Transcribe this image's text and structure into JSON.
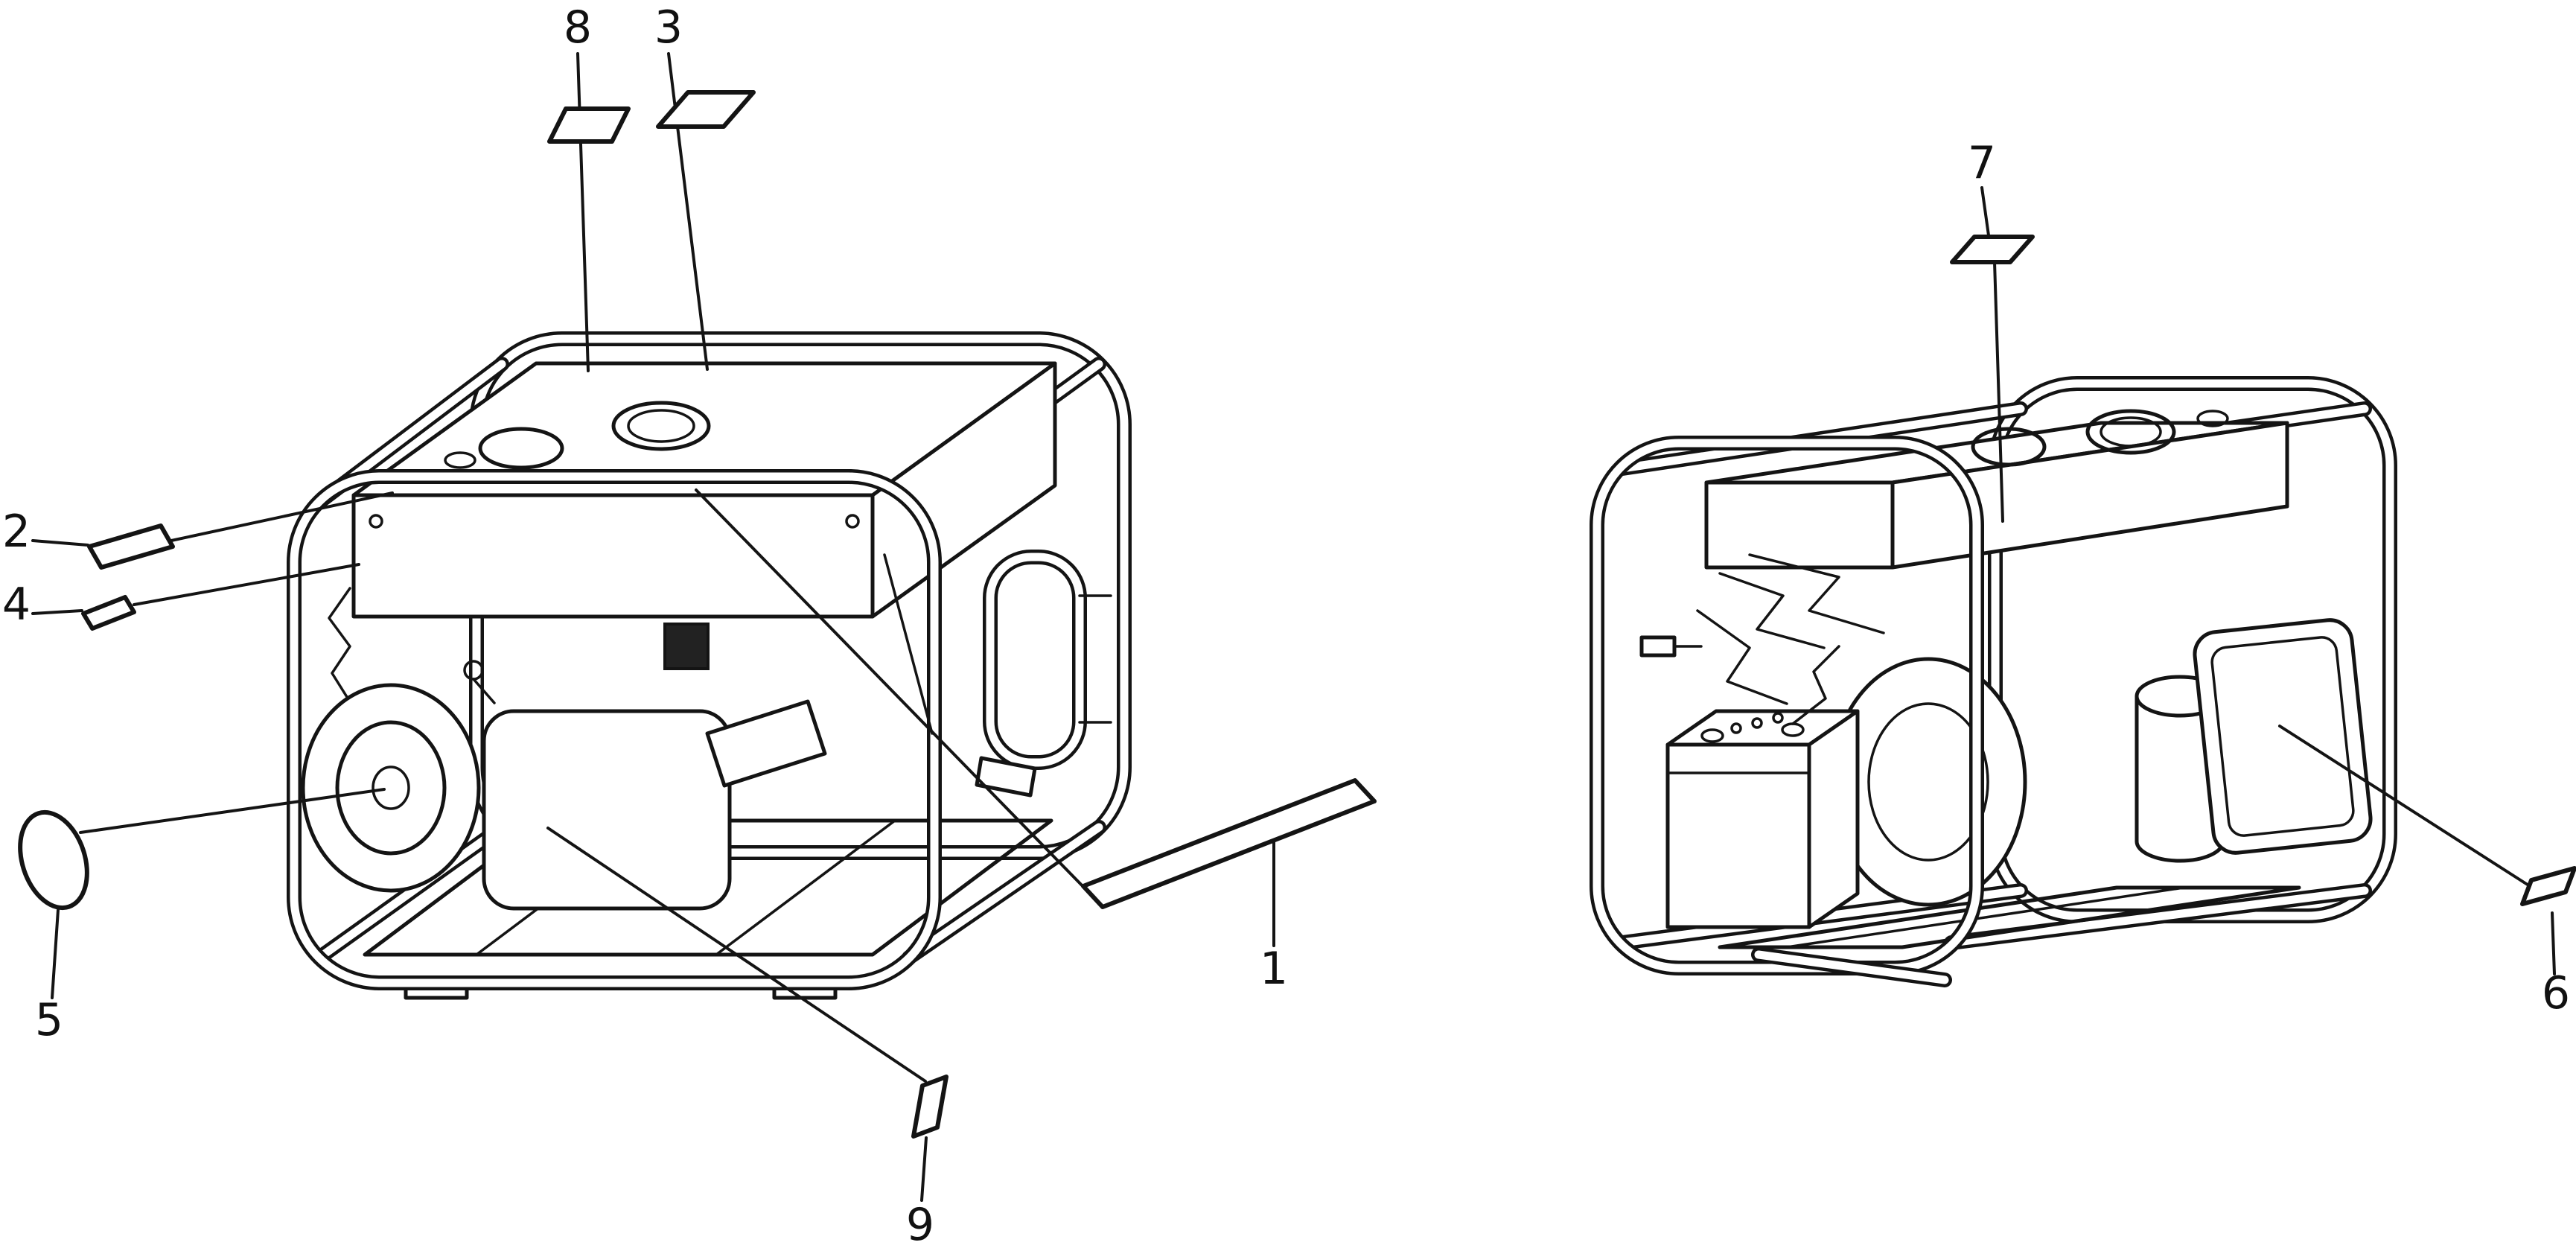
{
  "palette": {
    "ink": "#141414",
    "paper": "#ffffff",
    "filter_block": "#222222"
  },
  "callouts": [
    {
      "label": "1"
    },
    {
      "label": "2"
    },
    {
      "label": "3"
    },
    {
      "label": "4"
    },
    {
      "label": "5"
    },
    {
      "label": "6"
    },
    {
      "label": "7"
    },
    {
      "label": "8"
    },
    {
      "label": "9"
    }
  ]
}
